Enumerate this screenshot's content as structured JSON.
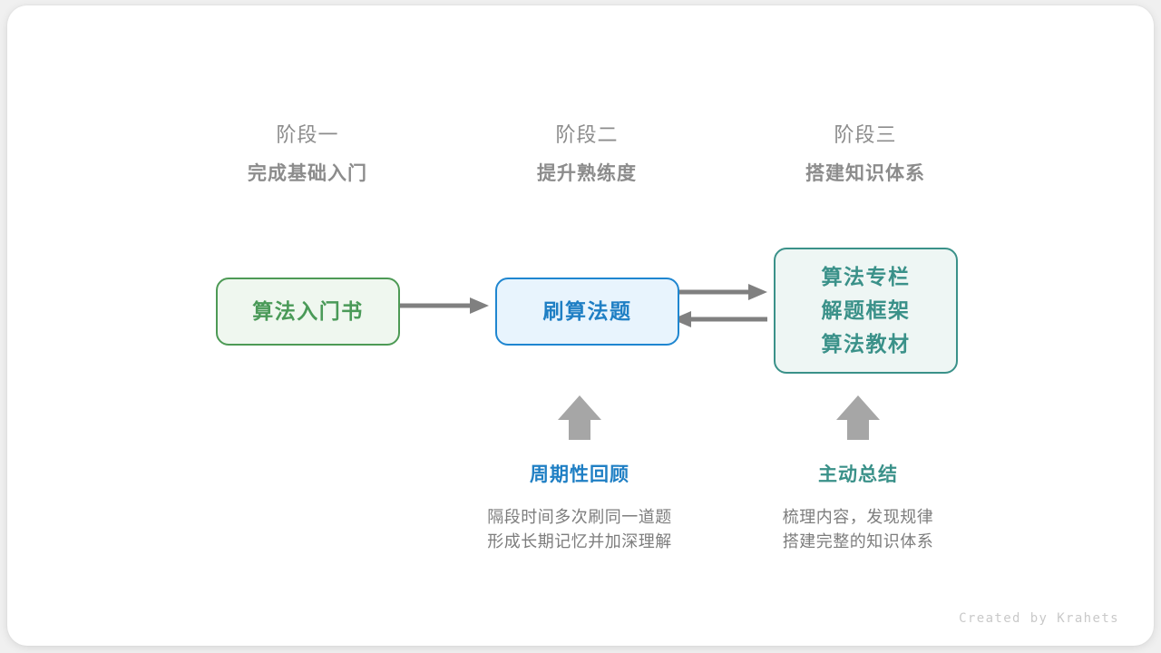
{
  "card": {
    "background": "#ffffff",
    "page_background": "#f0f0f0"
  },
  "stages": [
    {
      "index_label": "阶段一",
      "title": "完成基础入门"
    },
    {
      "index_label": "阶段二",
      "title": "提升熟练度"
    },
    {
      "index_label": "阶段三",
      "title": "搭建知识体系"
    }
  ],
  "nodes": [
    {
      "id": "book",
      "lines": [
        "算法入门书"
      ],
      "text_color": "#4a9a58",
      "border_color": "#4d9a55",
      "fill_color": "#eff7ef"
    },
    {
      "id": "practice",
      "lines": [
        "刷算法题"
      ],
      "text_color": "#1f7fc4",
      "border_color": "#1f86d0",
      "fill_color": "#e8f4fd"
    },
    {
      "id": "resources",
      "lines": [
        "算法专栏",
        "解题框架",
        "算法教材"
      ],
      "text_color": "#3a9189",
      "border_color": "#3a9189",
      "fill_color": "#eef6f4"
    }
  ],
  "arrows": {
    "color": "#808080",
    "up_arrow_color": "#a6a6a6",
    "items": [
      {
        "name": "book-to-practice",
        "direction": "right"
      },
      {
        "name": "practice-to-resources",
        "direction": "right"
      },
      {
        "name": "resources-to-practice",
        "direction": "left"
      },
      {
        "name": "review-up",
        "direction": "up"
      },
      {
        "name": "summary-up",
        "direction": "up"
      }
    ]
  },
  "notes": [
    {
      "id": "review",
      "title": "周期性回顾",
      "title_color": "#1f7fc4",
      "desc_lines": [
        "隔段时间多次刷同一道题",
        "形成长期记忆并加深理解"
      ]
    },
    {
      "id": "summary",
      "title": "主动总结",
      "title_color": "#3a9189",
      "desc_lines": [
        "梳理内容，发现规律",
        "搭建完整的知识体系"
      ]
    }
  ],
  "credit": "Created by Krahets"
}
